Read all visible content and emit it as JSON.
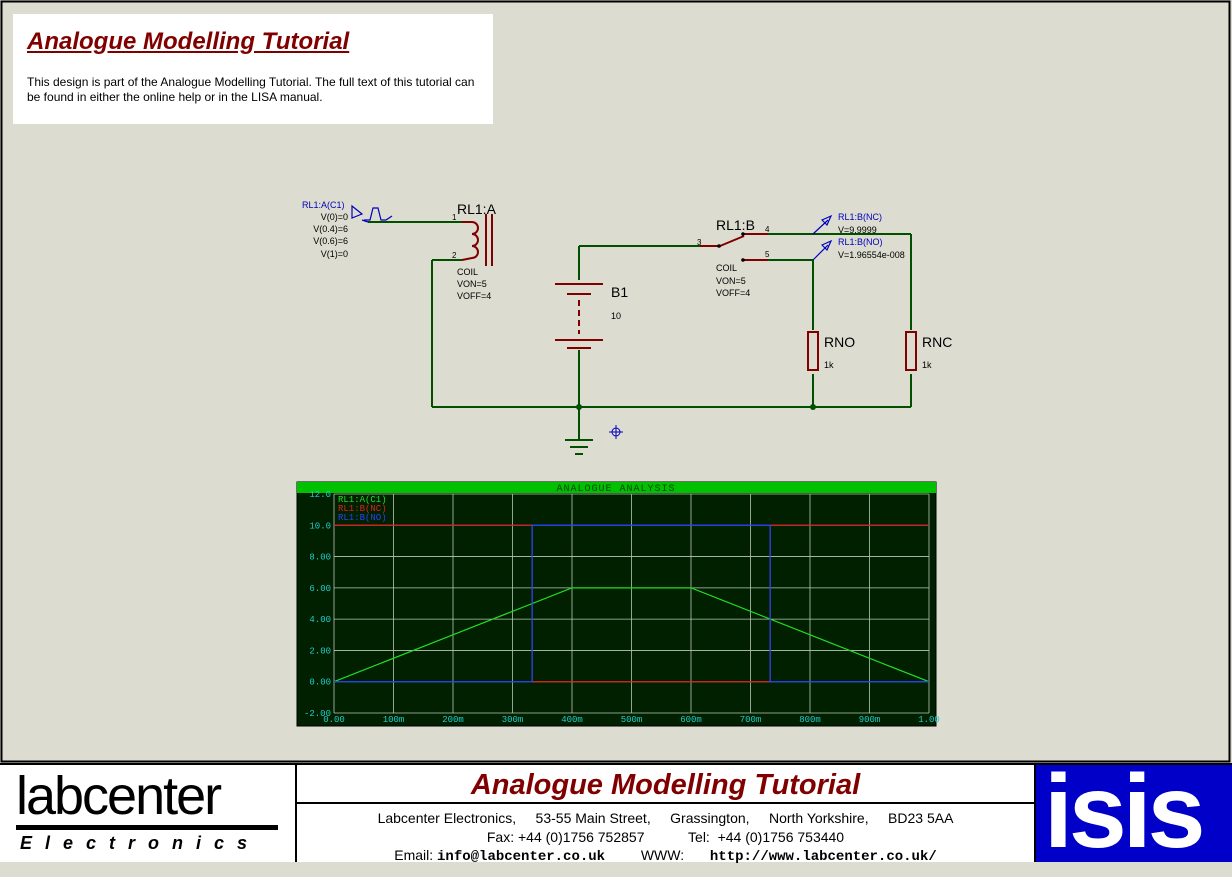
{
  "note": {
    "title": "Analogue Modelling Tutorial",
    "body": "This design is part of the Analogue Modelling Tutorial. The full text of this tutorial can be found in either the online help or in the LISA manual."
  },
  "schematic": {
    "generator": {
      "name": "RL1:A(C1)",
      "params": [
        "V(0)=0",
        "V(0.4)=6",
        "V(0.6)=6",
        "V(1)=0"
      ]
    },
    "relay_coil": {
      "ref": "RL1:A",
      "pin1": "1",
      "pin2": "2",
      "params": [
        "COIL",
        "VON=5",
        "VOFF=4"
      ]
    },
    "relay_switch": {
      "ref": "RL1:B",
      "pin3": "3",
      "pin4": "4",
      "pin5": "5",
      "params": [
        "COIL",
        "VON=5",
        "VOFF=4"
      ]
    },
    "battery": {
      "ref": "B1",
      "value": "10"
    },
    "probe_nc": {
      "name": "RL1:B(NC)",
      "value": "V=9.9999"
    },
    "probe_no": {
      "name": "RL1:B(NO)",
      "value": "V=1.96554e-008"
    },
    "rno": {
      "ref": "RNO",
      "value": "1k"
    },
    "rnc": {
      "ref": "RNC",
      "value": "1k"
    }
  },
  "chart_data": {
    "type": "line",
    "title": "ANALOGUE ANALYSIS",
    "xlim": [
      0,
      1.0
    ],
    "ylim": [
      -2.0,
      12.0
    ],
    "x_ticks": [
      "0.00",
      "100m",
      "200m",
      "300m",
      "400m",
      "500m",
      "600m",
      "700m",
      "800m",
      "900m",
      "1.00"
    ],
    "y_ticks": [
      "12.0",
      "10.0",
      "8.00",
      "6.00",
      "4.00",
      "2.00",
      "0.00",
      "-2.00"
    ],
    "series": [
      {
        "name": "RL1:A(C1)",
        "color": "#22dd22",
        "x": [
          0,
          0.4,
          0.6,
          1.0
        ],
        "y": [
          0,
          6,
          6,
          0
        ]
      },
      {
        "name": "RL1:B(NC)",
        "color": "#dd2222",
        "x": [
          0,
          0.333,
          0.333,
          0.733,
          0.733,
          1.0
        ],
        "y": [
          10,
          10,
          0,
          0,
          10,
          10
        ]
      },
      {
        "name": "RL1:B(NO)",
        "color": "#2244ff",
        "x": [
          0,
          0.333,
          0.333,
          0.733,
          0.733,
          1.0
        ],
        "y": [
          0,
          0,
          10,
          10,
          0,
          0
        ]
      }
    ],
    "grid": true,
    "legend": "top-left"
  },
  "titleblock": {
    "logo_word": "labcenter",
    "logo_sub": "Electronics",
    "title": "Analogue Modelling Tutorial",
    "address": "Labcenter Electronics,     53-55 Main Street,     Grassington,     North Yorkshire,     BD23 5AA",
    "fax": "Fax: +44 (0)1756 752857",
    "tel": "Tel:  +44 (0)1756 753440",
    "email_label": "Email:",
    "email": "info@labcenter.co.uk",
    "www_label": "WWW:",
    "www": "http://www.labcenter.co.uk/",
    "isis_logo": "isis"
  },
  "colors": {
    "wire": "#005000",
    "component": "#800000",
    "probe": "#0000c0",
    "graph_bg": "#002000",
    "graph_header": "#00c000"
  }
}
